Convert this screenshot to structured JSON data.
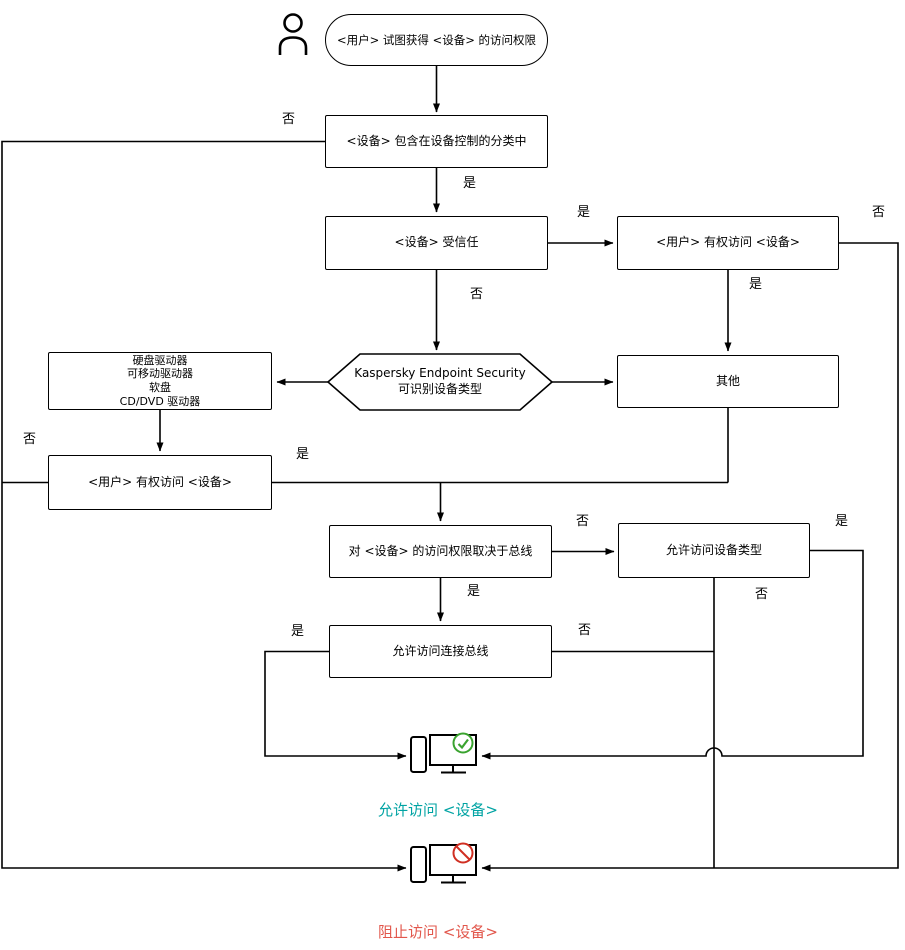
{
  "diagram": {
    "type": "flowchart",
    "branch_labels": {
      "yes": "是",
      "no": "否"
    },
    "nodes": {
      "start": "<用户> 试图获得 <设备> 的访问权限",
      "classification": "<设备> 包含在设备控制的分类中",
      "trusted": "<设备> 受信任",
      "user_access_top": "<用户> 有权访问 <设备>",
      "kes_line1": "Kaspersky Endpoint Security",
      "kes_line2": "可识别设备类型",
      "drives": [
        "硬盘驱动器",
        "可移动驱动器",
        "软盘",
        "CD/DVD 驱动器"
      ],
      "other": "其他",
      "user_access_left": "<用户> 有权访问 <设备>",
      "bus_dependent": "对 <设备> 的访问权限取决于总线",
      "allow_device_type": "允许访问设备类型",
      "allow_bus": "允许访问连接总线"
    },
    "results": {
      "allowed": "允许访问 <设备>",
      "blocked": "阻止访问 <设备>"
    },
    "colors": {
      "allowed_text": "#00a3a3",
      "blocked_text": "#e2574c",
      "allowed_badge": "#3aa32f",
      "blocked_badge": "#d02f22",
      "line": "#000000"
    }
  }
}
